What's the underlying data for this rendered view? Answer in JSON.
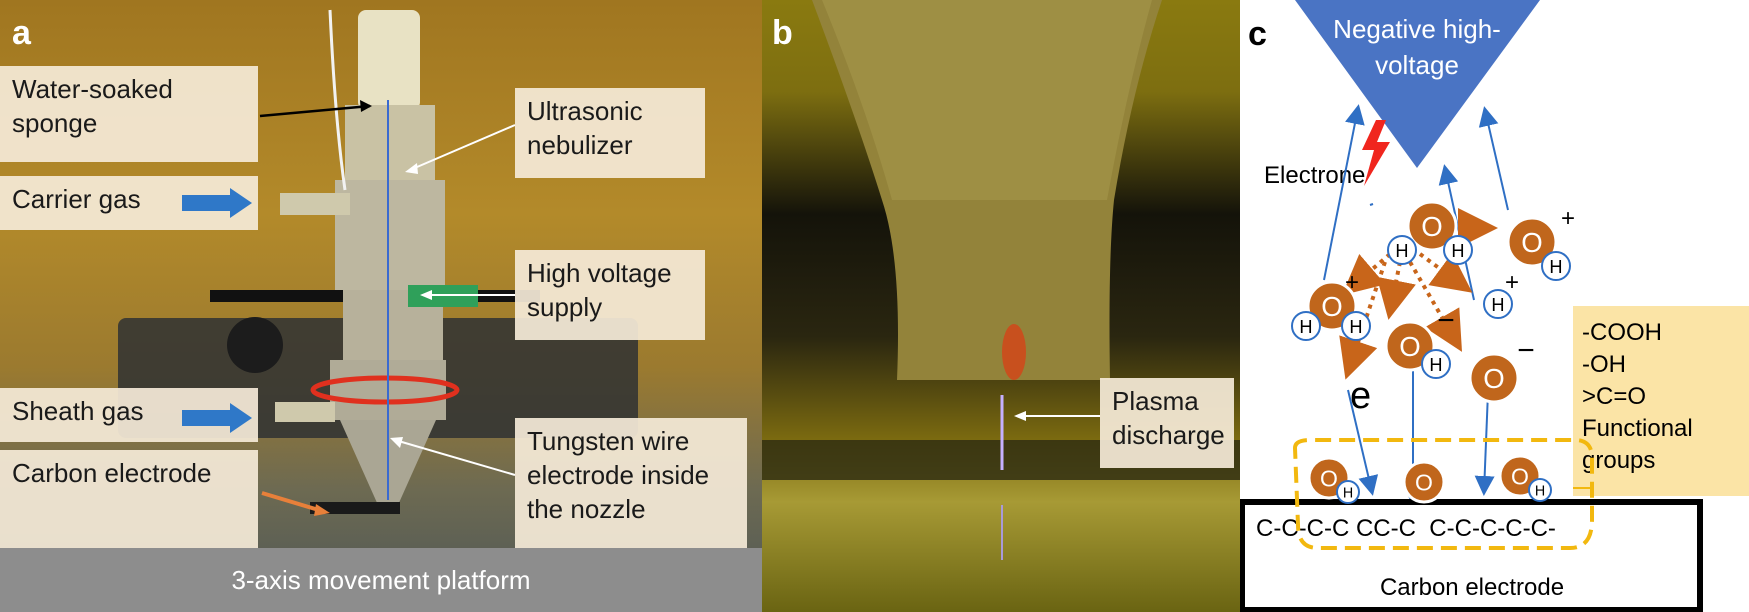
{
  "panel_a": {
    "letter": "a",
    "labels": {
      "water_sponge": "Water-soaked sponge",
      "carrier_gas": "Carrier gas",
      "sheath_gas": "Sheath gas",
      "carbon_electrode": "Carbon electrode",
      "nebulizer": "Ultrasonic nebulizer",
      "hv_supply": "High voltage supply",
      "tungsten": "Tungsten wire electrode inside the nozzle"
    },
    "platform": "3-axis movement platform"
  },
  "panel_b": {
    "letter": "b",
    "plasma_label": "Plasma discharge"
  },
  "panel_c": {
    "letter": "c",
    "hv_label": "Negative high-voltage",
    "electrone": "Electrone",
    "e_symbol": "e",
    "groups": [
      "-COOH",
      "-OH",
      ">C=O",
      "Functional",
      "groups"
    ],
    "chain": "C-C-C-C CC-C  C-C-C-C-C-",
    "electrode": "Carbon electrode",
    "atom_O": "O",
    "atom_H": "H",
    "plus": "+",
    "minus": "−"
  },
  "colors": {
    "arrow_blue": "#2f6fc4",
    "triangle_blue": "#4a74c4",
    "oxygen": "#c0661c",
    "dotted_orange": "#c8651a",
    "dashed_yellow": "#f2b80f",
    "group_box": "#fbe4a6"
  }
}
